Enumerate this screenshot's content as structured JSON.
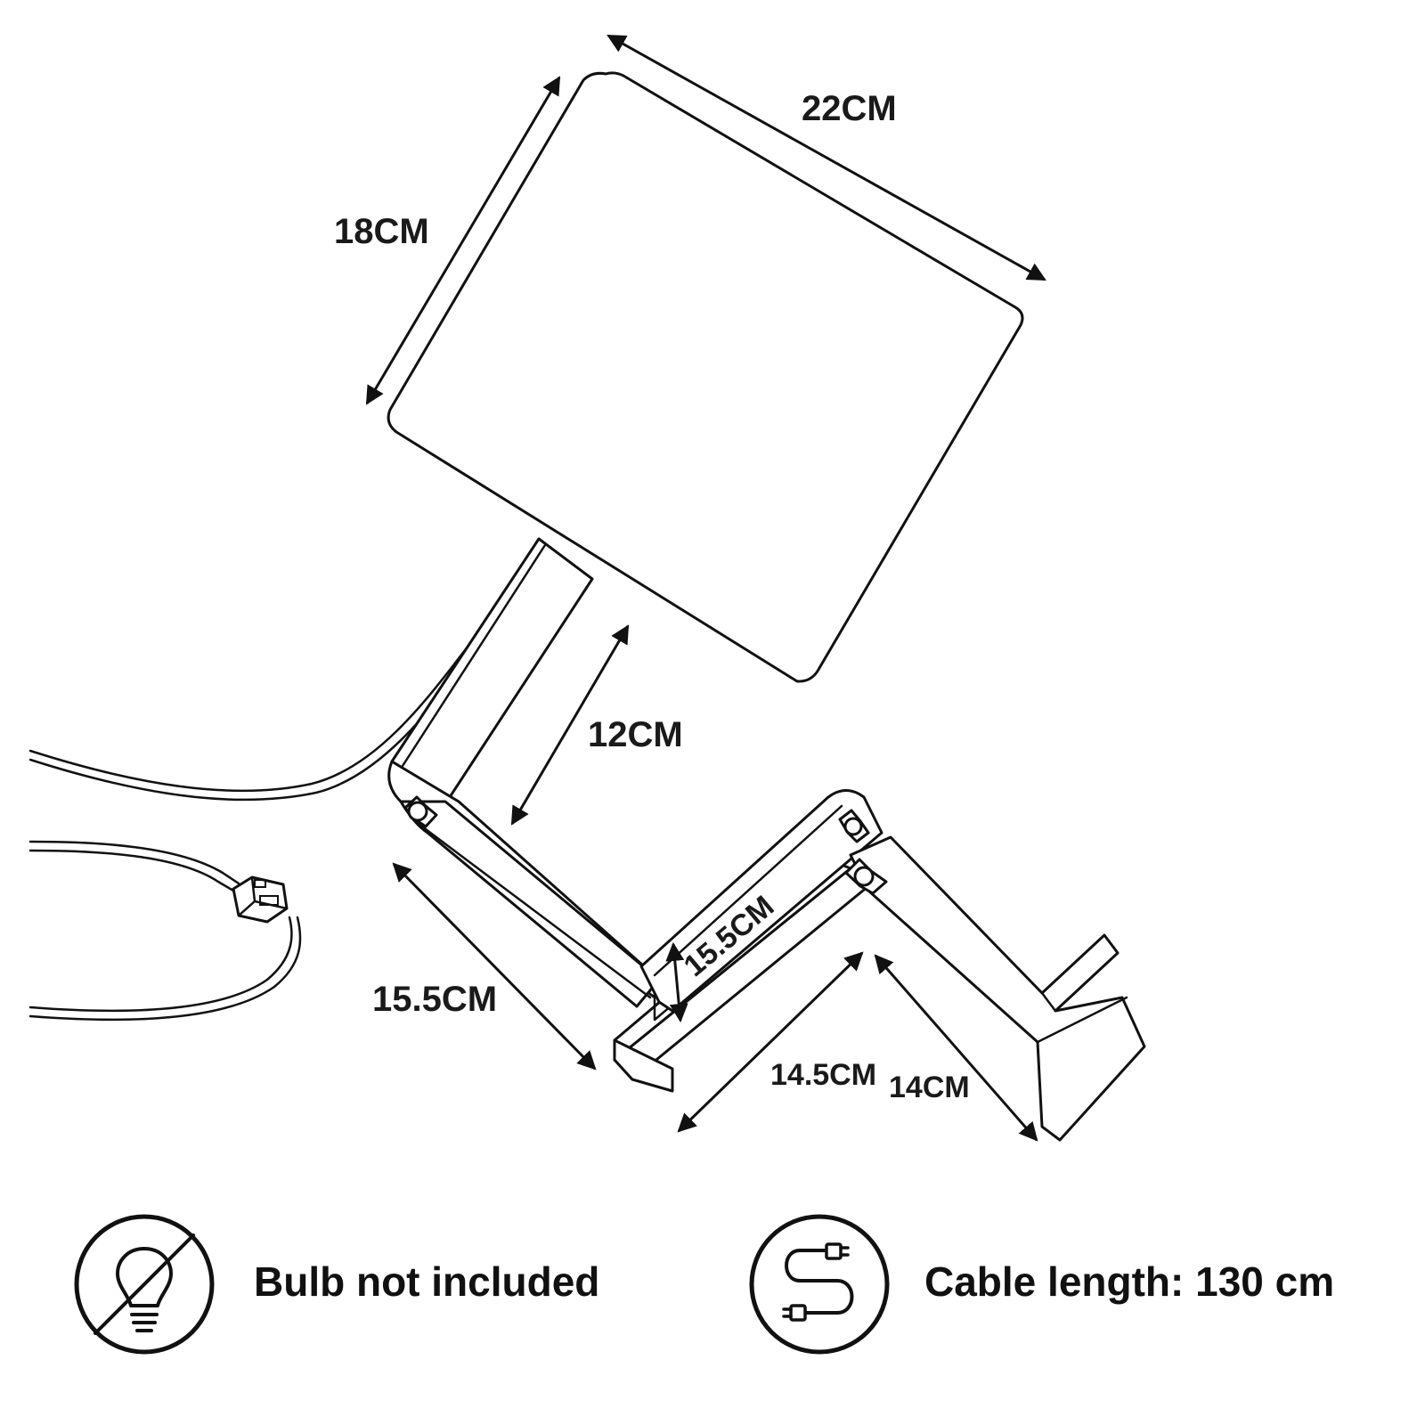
{
  "dimensions": {
    "shade_width": "22CM",
    "shade_height": "18CM",
    "neck_length": "12CM",
    "upper_arm": "15.5CM",
    "inner_arm": "15.5CM",
    "lower_arm": "14.5CM",
    "foot": "14CM"
  },
  "features": {
    "bulb": {
      "label": "Bulb not included",
      "icon": "no-bulb-icon"
    },
    "cable": {
      "label": "Cable length: 130 cm",
      "icon": "cable-icon"
    }
  }
}
